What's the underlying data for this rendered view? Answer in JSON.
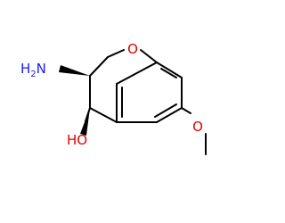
{
  "molecule": {
    "atoms": {
      "ring_oxygen": {
        "label": "O",
        "color": "#e00000"
      },
      "amino": {
        "label": "H",
        "subscript": "2",
        "suffix": "N",
        "h_color": "#1a1aff",
        "n_color": "#1a1aff"
      },
      "hydroxyl": {
        "label": "HO",
        "color": "#e00000"
      },
      "methoxy_oxygen": {
        "label": "O",
        "color": "#e00000"
      }
    },
    "bond_color": "#000000"
  }
}
